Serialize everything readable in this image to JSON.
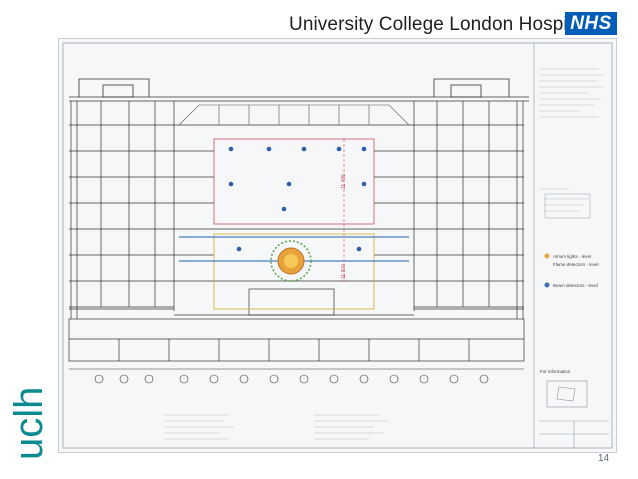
{
  "header": {
    "title": "University College London Hospitals",
    "nhs_logo_text": "NHS",
    "nhs_color": "#005eb8"
  },
  "side_logo": {
    "text": "uclh",
    "color": "#0b8a8f"
  },
  "drawing": {
    "legend_items": [
      "Atrium lights - level",
      "Flame detectors - level",
      "Beam detectors - level"
    ],
    "for_information": "For information"
  },
  "footer": {
    "page_number": "14"
  }
}
